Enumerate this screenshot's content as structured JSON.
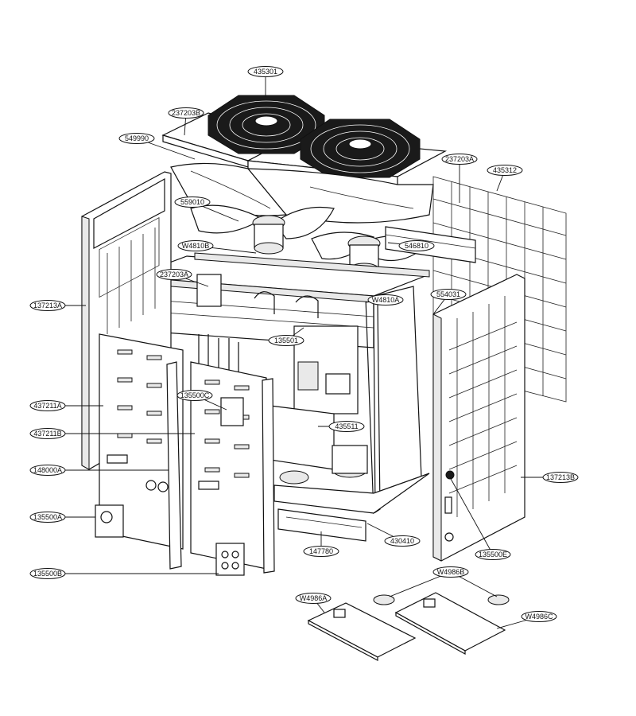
{
  "diagram": {
    "parts": [
      {
        "id": "p435301",
        "label": "435301"
      },
      {
        "id": "p237203B",
        "label": "237203B"
      },
      {
        "id": "p549990",
        "label": "549990"
      },
      {
        "id": "p237203A-top",
        "label": "237203A"
      },
      {
        "id": "p435312",
        "label": "435312"
      },
      {
        "id": "p559010",
        "label": "559010"
      },
      {
        "id": "pW4810B",
        "label": "W4810B"
      },
      {
        "id": "p546810",
        "label": "546810"
      },
      {
        "id": "p237203A-mid",
        "label": "237203A"
      },
      {
        "id": "pW4810A",
        "label": "W4810A"
      },
      {
        "id": "p554031",
        "label": "554031"
      },
      {
        "id": "p137213A",
        "label": "137213A"
      },
      {
        "id": "p135501",
        "label": "135501"
      },
      {
        "id": "p135500C",
        "label": "135500C"
      },
      {
        "id": "p437211A",
        "label": "437211A"
      },
      {
        "id": "p437211B",
        "label": "437211B"
      },
      {
        "id": "p435511",
        "label": "435511"
      },
      {
        "id": "p148000A",
        "label": "148000A"
      },
      {
        "id": "p137213B",
        "label": "137213B"
      },
      {
        "id": "p135500A",
        "label": "135500A"
      },
      {
        "id": "p430410",
        "label": "430410"
      },
      {
        "id": "p147780",
        "label": "147780"
      },
      {
        "id": "p135500E",
        "label": "135500E"
      },
      {
        "id": "p135500B",
        "label": "135500B"
      },
      {
        "id": "pW4986B",
        "label": "W4986B"
      },
      {
        "id": "pW4986A",
        "label": "W4986A"
      },
      {
        "id": "pW4986C",
        "label": "W4986C"
      }
    ]
  }
}
